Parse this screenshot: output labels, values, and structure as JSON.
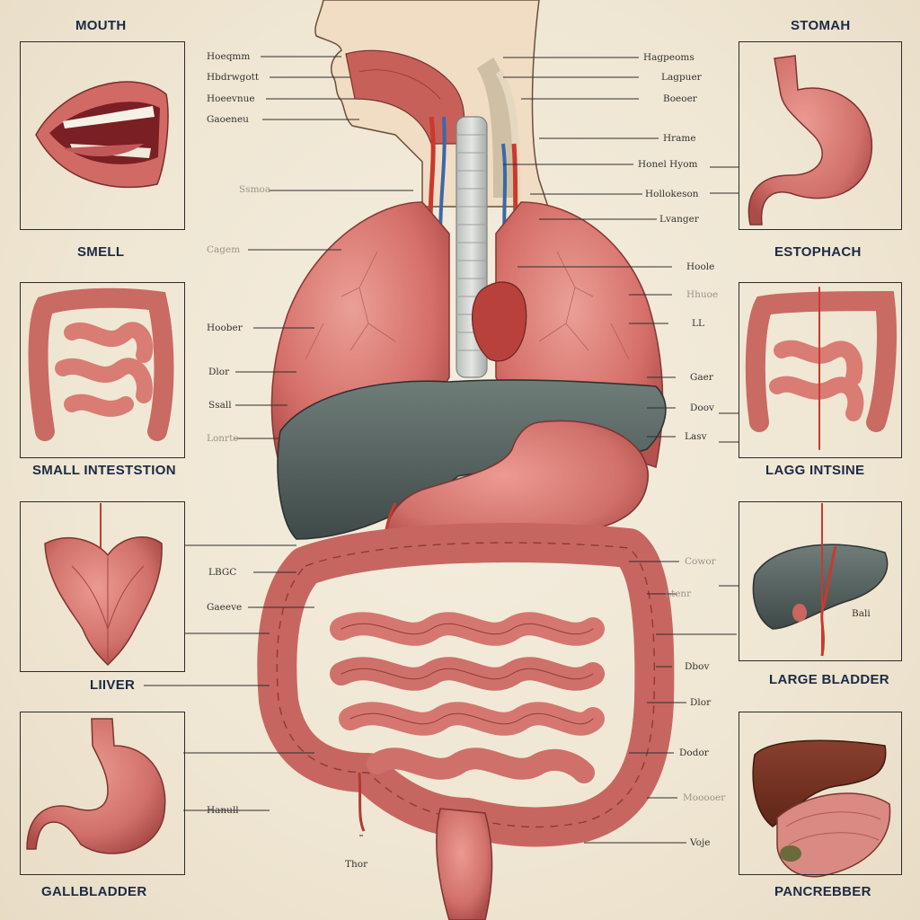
{
  "colors": {
    "background": "#efe7d6",
    "tissue": "#d9756f",
    "tissue_dark": "#a94a48",
    "liver": "#556260",
    "artery": "#c93a2e",
    "vein": "#3b68a8",
    "title_text": "#1c2a44"
  },
  "panel_titles": {
    "mouth": "MOUTH",
    "stomach": "STOMAH",
    "smell": "SMELL",
    "estophach": "ESTOPHACH",
    "small_intestine": "SMALL INTESTSTION",
    "large_intestine": "LAGG INTSINE",
    "liver": "LIIVER",
    "large_bladder": "LARGE BLADDER",
    "gallbladder": "GALLBLADDER",
    "pancreas": "PANCREBBER"
  },
  "labels": {
    "left_top": [
      "Hoeqmm",
      "Hbdrwgott",
      "Hoeevnue",
      "Gaoeneu"
    ],
    "left_faint_1": "Ssmoa",
    "left_faint_2": "Cagem",
    "left_mid": [
      "Hoober",
      "Dlor",
      "Ssall"
    ],
    "left_faint_3": "Lonrte",
    "left_low": [
      "LBGC",
      "Gaeeve"
    ],
    "left_bottom": "Hanull",
    "bottom_center": "Thor",
    "right_top": [
      "Hagpeoms",
      "Lagpuer",
      "Boeoer",
      "Hrame",
      "Honel Hyom",
      "Hollokeson",
      "Lvanger"
    ],
    "right_mid": [
      "Hoole",
      "Hhuoe",
      "LL",
      "Gaer",
      "Doov",
      "Lasv"
    ],
    "right_low": [
      "Cowor",
      "Ltenr",
      "Bali",
      "Dbov",
      "Dlor",
      "Dodor",
      "Mooooer",
      "Voje"
    ]
  }
}
